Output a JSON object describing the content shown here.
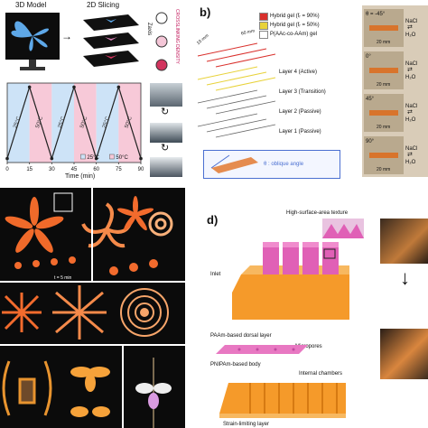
{
  "panel_a": {
    "header_3d": "3D Model",
    "header_2d": "2D Slicing",
    "zaxis": "Zaxis",
    "crosslinking": "CROSSLINKING DENSITY",
    "chart_data": {
      "type": "line",
      "xlabel": "Time (min)",
      "ylabel": "",
      "x_ticks": [
        0,
        15,
        30,
        45,
        60,
        75,
        90
      ],
      "xlim": [
        0,
        90
      ],
      "x": [
        0,
        15,
        30,
        45,
        60,
        75,
        90
      ],
      "y": [
        0.05,
        0.95,
        0.05,
        0.95,
        0.05,
        0.95,
        0.05
      ],
      "segment_labels": [
        "25°C",
        "50°C",
        "25°C",
        "50°C",
        "25°C",
        "50°C"
      ],
      "legend": [
        {
          "name": "25°C",
          "color": "#cde3f7"
        },
        {
          "name": "50°C",
          "color": "#f7c9d8"
        }
      ],
      "line_color": "#222222"
    },
    "recycle_icon": "↻"
  },
  "panel_b": {
    "label": "b)",
    "legend": [
      {
        "text": "Hybrid gel (fᵣ = 90%)",
        "color": "#d9302c"
      },
      {
        "text": "Hybrid gel (fᵣ = 50%)",
        "color": "#e8d23a"
      },
      {
        "text": "P(AAc-co-AAm) gel",
        "color": "#ffffff"
      }
    ],
    "dim1": "10 mm",
    "dim2": "60 mm",
    "layers": [
      "Layer 4 (Active)",
      "Layer 3 (Transition)",
      "Layer 2 (Passive)",
      "Layer 1 (Passive)"
    ],
    "theta_label": "θ : oblique angle",
    "angles": [
      "θ = -45°",
      "0°",
      "45°",
      "90°"
    ],
    "nacl": "NaCl",
    "h2o": "H₂O",
    "scale": "20 mm"
  },
  "panel_c": {
    "scale_note": "t = 5 min"
  },
  "panel_d": {
    "label": "d)",
    "texture": "High-surface-area texture",
    "inlet": "Inlet",
    "dorsal": "PAAm-based dorsal layer",
    "micropores": "Micropores",
    "body": "PNIPAm-based body",
    "chambers": "Internal chambers",
    "strain": "Strain-limiting layer"
  }
}
